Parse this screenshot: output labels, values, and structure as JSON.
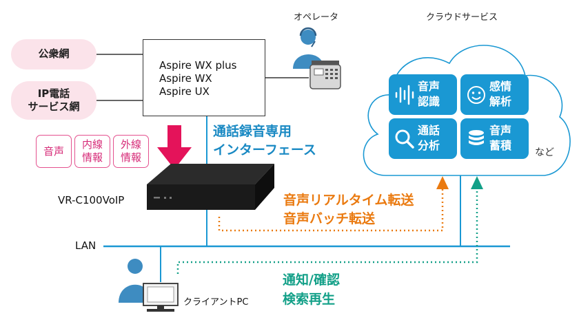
{
  "networks": {
    "public": "公衆網",
    "ip": "IP電話\nサービス網"
  },
  "pbx": {
    "models": [
      "Aspire WX plus",
      "Aspire WX",
      "Aspire UX"
    ]
  },
  "operator_label": "オペレータ",
  "cloud": {
    "title": "クラウドサービス",
    "tiles": [
      {
        "label": "音声\n認識",
        "icon": "waveform-icon"
      },
      {
        "label": "感情\n解析",
        "icon": "smiley-icon"
      },
      {
        "label": "通話\n分析",
        "icon": "magnifier-icon"
      },
      {
        "label": "音声\n蓄積",
        "icon": "database-icon"
      }
    ],
    "etc": "など"
  },
  "interface_label": "通話録音専用\nインターフェース",
  "payload_badges": [
    "音声",
    "内線\n情報",
    "外線\n情報"
  ],
  "device_label": "VR-C100VoIP",
  "transfer_label": "音声リアルタイム転送\n音声バッチ転送",
  "lan_label": "LAN",
  "client_label": "クライアントPC",
  "notify_label": "通知/確認\n検索再生",
  "colors": {
    "blue": "#1a98d3",
    "pink": "#e4508e",
    "arrow_red": "#e4135a",
    "orange": "#ea7a10",
    "teal": "#13a088",
    "light_pink": "#fbe3ea"
  }
}
